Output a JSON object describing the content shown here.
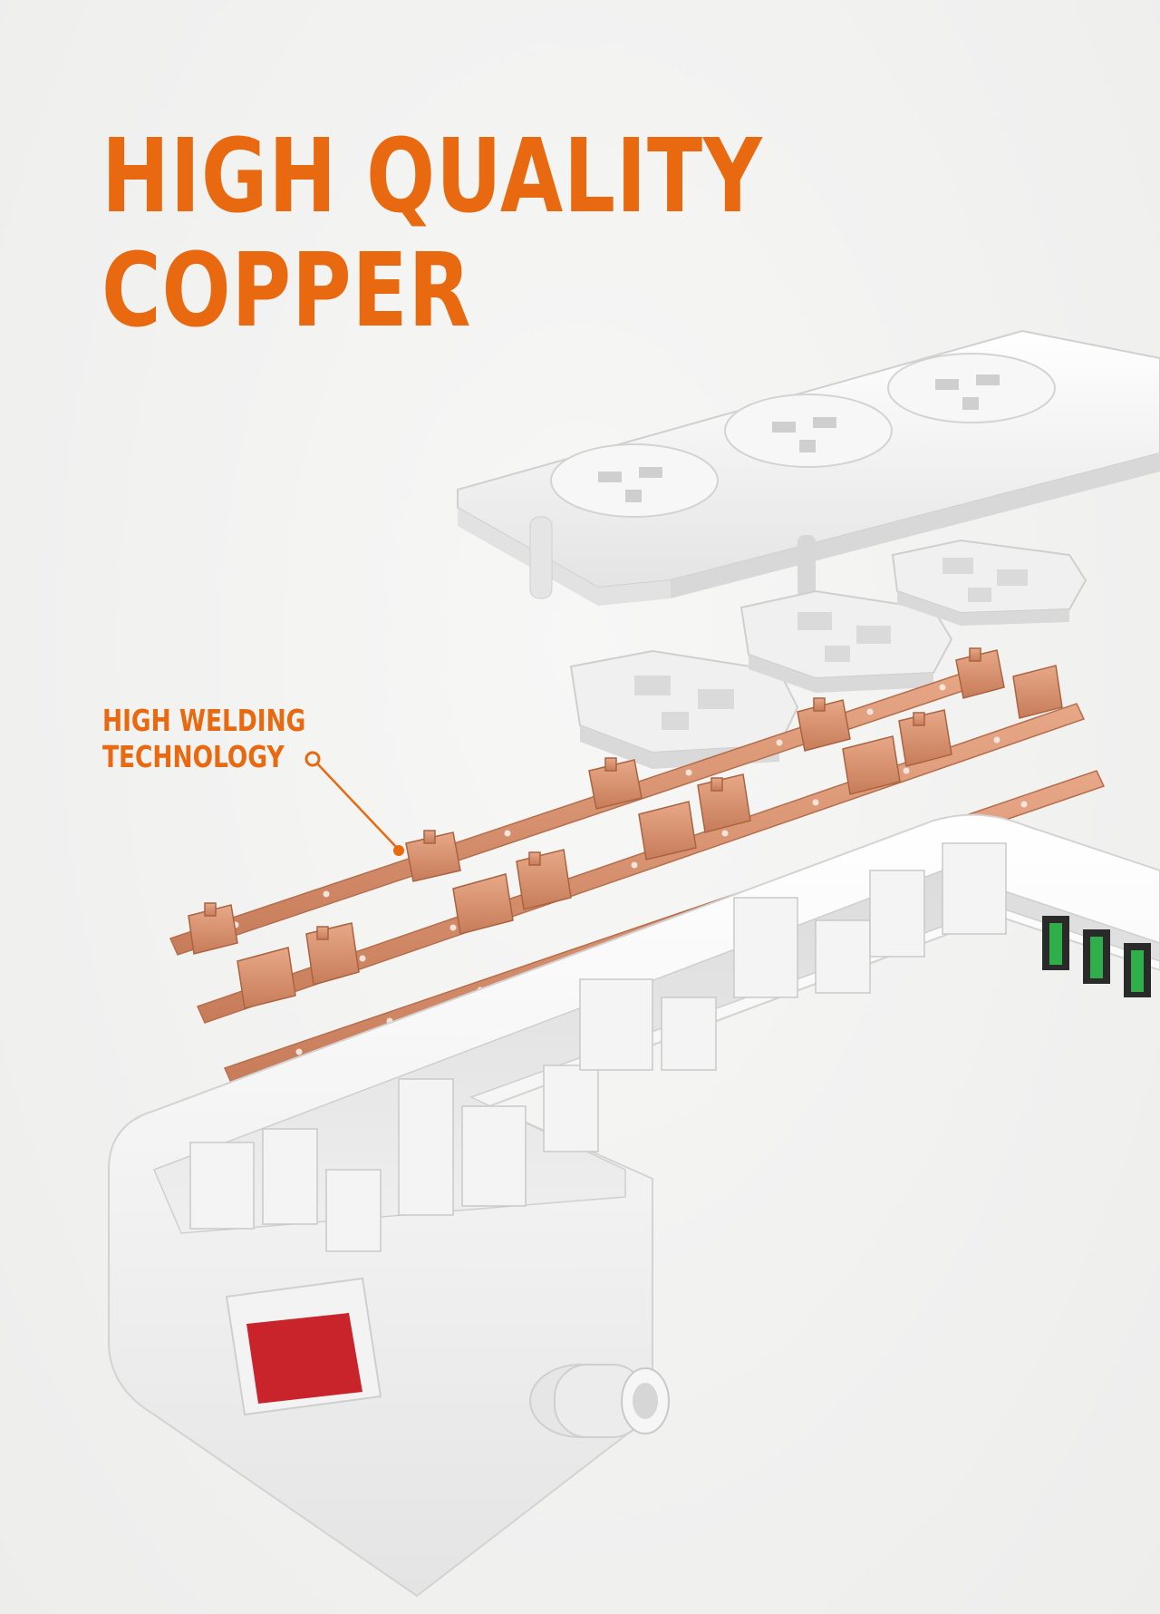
{
  "headline": {
    "line1": "HIGH QUALITY",
    "line2": "COPPER"
  },
  "callout": {
    "line1": "HIGH WELDING",
    "line2": "TECHNOLOGY"
  },
  "colors": {
    "accent": "#e8690f",
    "copper": "#d9906e",
    "switch": "#c9242b",
    "indicator": "#2fae4a",
    "housing": "#ffffff"
  }
}
